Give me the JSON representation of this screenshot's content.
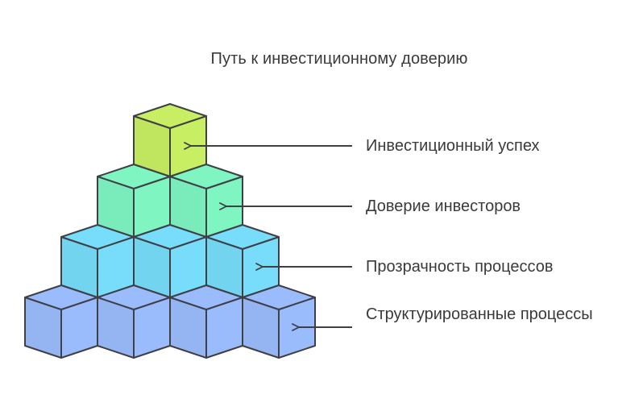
{
  "title": "Путь к инвестиционному доверию",
  "levels": [
    {
      "label": "Инвестиционный успех",
      "color": "#c8ef63"
    },
    {
      "label": "Доверие инвесторов",
      "color": "#7ff5c2"
    },
    {
      "label": "Прозрачность процессов",
      "color": "#78ddfa"
    },
    {
      "label": "Структурированные процессы",
      "color": "#9bbcfc"
    }
  ],
  "style": {
    "stroke": "#3f3f46"
  }
}
